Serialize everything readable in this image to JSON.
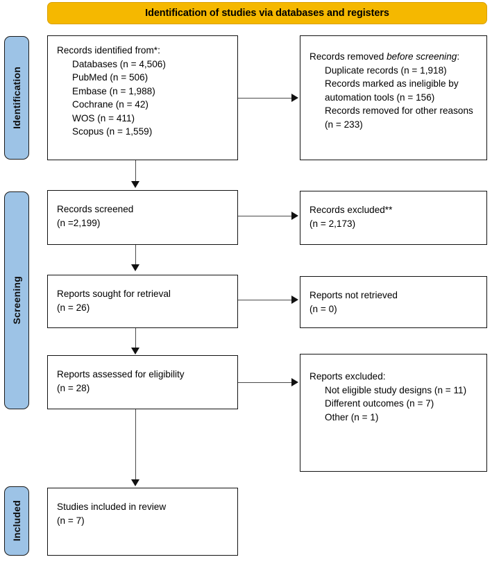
{
  "banner": {
    "title": "Identification of studies via databases and registers"
  },
  "stages": [
    {
      "id": "identification",
      "label": "Identification"
    },
    {
      "id": "screening",
      "label": "Screening"
    },
    {
      "id": "included",
      "label": "Included"
    }
  ],
  "boxes": {
    "records_identified": {
      "heading": "Records identified from*:",
      "items": [
        "Databases (n = 4,506)",
        "PubMed (n = 506)",
        "Embase (n = 1,988)",
        "Cochrane (n = 42)",
        "WOS (n = 411)",
        "Scopus (n = 1,559)"
      ]
    },
    "records_removed": {
      "heading_part1": "Records removed ",
      "heading_italic": "before screening",
      "heading_part2": ":",
      "items": [
        "Duplicate records (n = 1,918)",
        "Records marked as ineligible by automation tools (n = 156)",
        "Records removed for other reasons (n = 233)"
      ]
    },
    "records_screened": {
      "heading": "Records screened",
      "count": "(n =2,199)"
    },
    "records_excluded": {
      "heading": "Records excluded**",
      "count": "(n = 2,173)"
    },
    "reports_sought": {
      "heading": "Reports sought for retrieval",
      "count": "(n = 26)"
    },
    "reports_not_retrieved": {
      "heading": "Reports not retrieved",
      "count": "(n = 0)"
    },
    "reports_assessed": {
      "heading": "Reports assessed for eligibility",
      "count": "(n = 28)"
    },
    "reports_excluded": {
      "heading": "Reports excluded:",
      "items": [
        "Not eligible study designs (n = 11)",
        "Different outcomes (n = 7)",
        "Other (n = 1)"
      ]
    },
    "studies_included": {
      "heading": "Studies included in review",
      "count": "(n = 7)"
    }
  },
  "colors": {
    "banner": "#f5b800",
    "stage_bar": "#9dc3e6",
    "box_border": "#111111",
    "connector": "#4a4a4a"
  }
}
